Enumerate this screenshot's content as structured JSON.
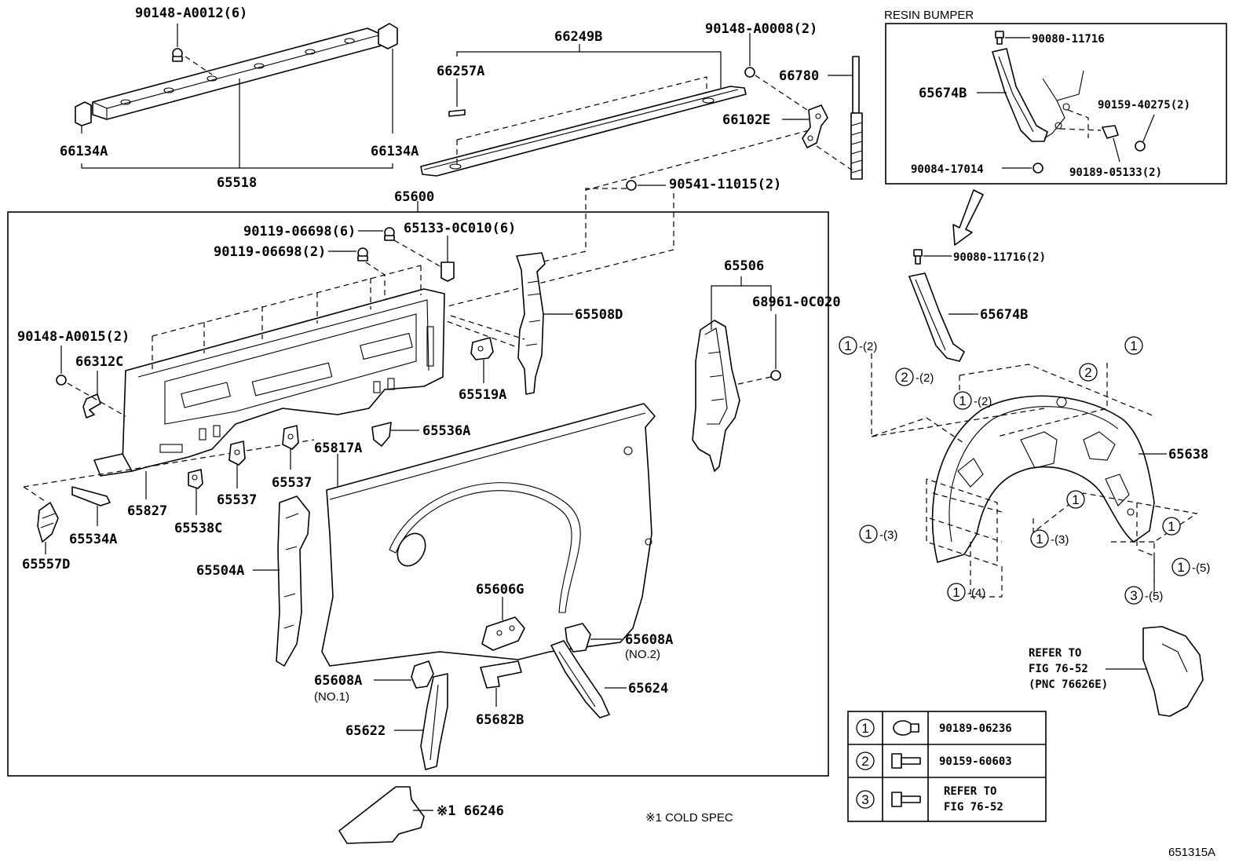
{
  "labels": {
    "p90148_A0012": "90148-A0012(6)",
    "p66134A_left": "66134A",
    "p66134A_right": "66134A",
    "p65518": "65518",
    "p66249B": "66249B",
    "p66257A": "66257A",
    "p90148_A0008": "90148-A0008(2)",
    "p66780": "66780",
    "p66102E": "66102E",
    "p90541_11015": "90541-11015(2)",
    "p65600": "65600",
    "p90119_06698_6": "90119-06698(6)",
    "p65133_0C010": "65133-0C010(6)",
    "p90119_06698_2": "90119-06698(2)",
    "p65508D": "65508D",
    "p65506": "65506",
    "p68961_0C020": "68961-0C020",
    "p90148_A0015": "90148-A0015(2)",
    "p66312C": "66312C",
    "p65519A": "65519A",
    "p65536A": "65536A",
    "p65817A": "65817A",
    "p65827": "65827",
    "p65537_a": "65537",
    "p65537_b": "65537",
    "p65534A": "65534A",
    "p65538C": "65538C",
    "p65557D": "65557D",
    "p65504A": "65504A",
    "p65606G": "65606G",
    "p65608A_2": "65608A",
    "no2": "(NO.2)",
    "p65608A_1": "65608A",
    "no1": "(NO.1)",
    "p65624": "65624",
    "p65682B": "65682B",
    "p65622": "65622",
    "p66246": "※1 66246",
    "cold_spec": "※1 COLD SPEC",
    "resin_bumper": "RESIN BUMPER",
    "p90080_11716": "90080-11716",
    "p65674B_box": "65674B",
    "p90159_40275": "90159-40275(2)",
    "p90084_17014": "90084-17014",
    "p90189_05133": "90189-05133(2)",
    "p90080_11716_2": "90080-11716(2)",
    "p65674B": "65674B",
    "p65638": "65638",
    "refer_76626": [
      "REFER TO",
      "FIG 76-52",
      "(PNC 76626E)"
    ],
    "fig_id": "651315A"
  },
  "callouts": [
    {
      "num": "1",
      "qty": "-(2)"
    },
    {
      "num": "2",
      "qty": "-(2)"
    },
    {
      "num": "1",
      "qty": "-(2)"
    },
    {
      "num": "1",
      "qty": ""
    },
    {
      "num": "2",
      "qty": ""
    },
    {
      "num": "1",
      "qty": "-(3)"
    },
    {
      "num": "1",
      "qty": "-(3)"
    },
    {
      "num": "1",
      "qty": ""
    },
    {
      "num": "1",
      "qty": ""
    },
    {
      "num": "1",
      "qty": "-(4)"
    },
    {
      "num": "1",
      "qty": "-(5)"
    },
    {
      "num": "3",
      "qty": "-(5)"
    }
  ],
  "legend": [
    {
      "num": "1",
      "icon": "clip-icon",
      "part": "90189-06236"
    },
    {
      "num": "2",
      "icon": "screw-icon",
      "part": "90159-60603"
    },
    {
      "num": "3",
      "icon": "screw-icon",
      "part": [
        "REFER TO",
        "FIG 76-52"
      ]
    }
  ]
}
